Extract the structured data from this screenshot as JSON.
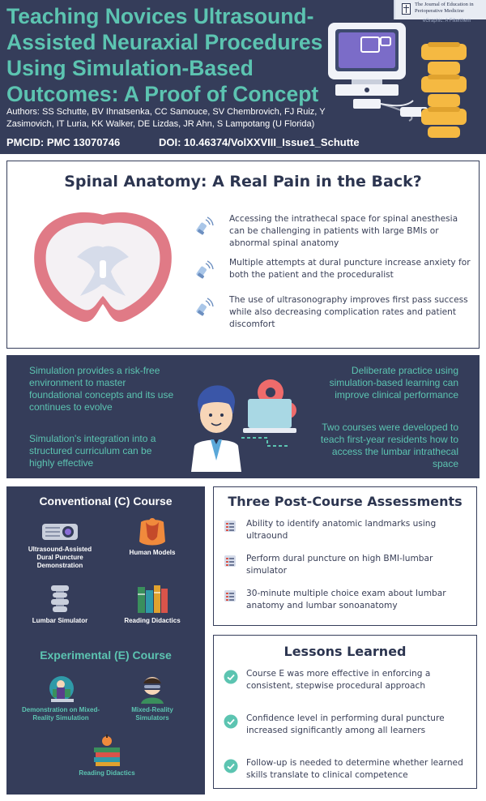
{
  "header": {
    "title_lines": [
      "Teaching Novices Ultrasound-",
      "Assisted Neuraxial Procedures",
      "Using Simulation-Based",
      "Outcomes: A Proof of Concept"
    ],
    "journal": "The Journal of Education in Perioperative Medicine",
    "egraphic": "eGraphic: A Filterthem",
    "authors": "Authors: SS Schutte, BV Ihnatsenka, CC Samouce, SV Chembrovich, FJ Ruiz, Y Zasimovich, IT Luria, KK Walker, DE Lizdas, JR Ahn, S Lampotang (U Florida)",
    "pmcid": "PMCID: PMC 13070746",
    "doi": "DOI: 10.46374/VolXXVIII_Issue1_Schutte"
  },
  "section1": {
    "title": "Spinal Anatomy: A Real Pain in the Back?",
    "bullets": [
      "Accessing the intrathecal space for spinal anesthesia can be challenging in patients with large BMIs or abnormal spinal anatomy",
      "Multiple attempts at dural puncture increase anxiety for both the patient and the proceduralist",
      "The use of ultrasonography improves first pass success while also decreasing complication rates and patient discomfort"
    ]
  },
  "section2": {
    "top_left": "Simulation provides a risk-free environment to master foundational concepts and its use continues to evolve",
    "bottom_left": "Simulation's integration into a structured curriculum can be highly effective",
    "top_right": "Deliberate practice using simulation-based learning can improve clinical performance",
    "bottom_right": "Two courses were developed to teach first-year residents how to access the lumbar intrathecal space"
  },
  "courses": {
    "conventional_title": "Conventional (C) Course",
    "conventional_items": [
      "Ultrasound-Assisted Dural Puncture Demonstration",
      "Human Models",
      "Lumbar Simulator",
      "Reading Didactics"
    ],
    "experimental_title": "Experimental (E) Course",
    "experimental_items": [
      "Demonstration on Mixed-Reality Simulation",
      "Mixed-Reality Simulators",
      "Reading Didactics"
    ]
  },
  "assessments": {
    "title": "Three Post-Course Assessments",
    "items": [
      "Ability to identify anatomic landmarks using ultraound",
      "Perform dural puncture on high BMI-lumbar simulator",
      "30-minute multiple choice exam about lumbar anatomy and lumbar sonoanatomy"
    ]
  },
  "lessons": {
    "title": "Lessons Learned",
    "items": [
      "Course E was more effective in enforcing a consistent, stepwise procedural approach",
      "Confidence level in performing dural puncture increased significantly among all learners",
      "Follow-up is needed to determine whether learned skills translate to clinical competence"
    ]
  },
  "colors": {
    "navy": "#353d5a",
    "teal": "#5cc4b1",
    "cord_pink": "#e07a86",
    "vertebra_gold": "#f5b942"
  }
}
